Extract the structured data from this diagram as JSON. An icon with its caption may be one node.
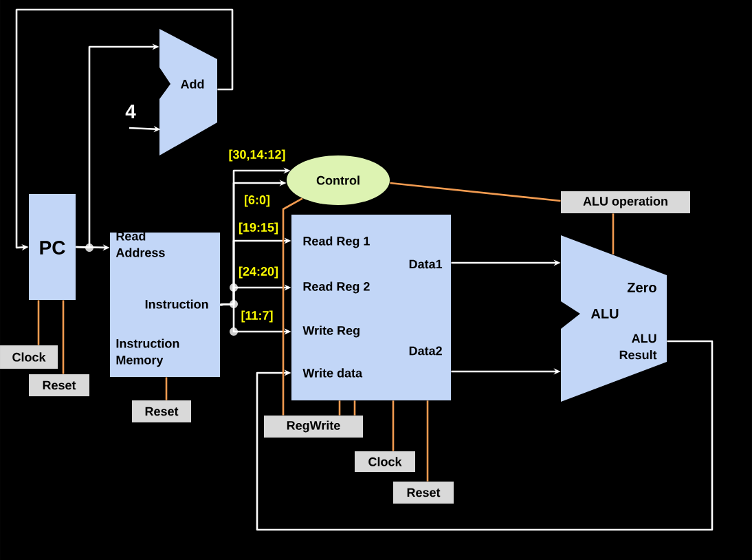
{
  "diagram": {
    "nodes": [
      {
        "text": [
          "PC"
        ]
      },
      {
        "text": [
          "Add"
        ]
      },
      {
        "text": [
          "Read Address",
          "Instruction",
          "Instruction Memory"
        ]
      },
      {
        "text": [
          "Control"
        ]
      },
      {
        "text": [
          "Read Reg 1",
          "Read Reg 2",
          "Write Reg",
          "Write data",
          "Data1",
          "Data2"
        ]
      },
      {
        "text": [
          "Zero",
          "ALU",
          "ALU Result"
        ]
      },
      {
        "text": [
          "ALU operation"
        ]
      },
      {
        "text": [
          "Clock"
        ]
      },
      {
        "text": [
          "Reset"
        ]
      },
      {
        "text": [
          "Reset"
        ]
      },
      {
        "text": [
          "RegWrite"
        ]
      },
      {
        "text": [
          "Clock"
        ]
      },
      {
        "text": [
          "Reset"
        ]
      },
      {
        "text": [
          "4"
        ]
      }
    ],
    "edges": [
      {
        "from": 0,
        "to": 1,
        "arrow": "to"
      },
      {
        "from": 0,
        "to": 2,
        "arrow": "to"
      },
      {
        "from": 1,
        "to": 0,
        "arrow": "to"
      },
      {
        "from": 13,
        "to": 1,
        "arrow": "to"
      },
      {
        "from": 2,
        "to": 3,
        "arrow": "to",
        "label": "[30,14:12]"
      },
      {
        "from": 2,
        "to": 3,
        "arrow": "to",
        "label": "[6:0]"
      },
      {
        "from": 2,
        "to": 4,
        "arrow": "to",
        "label": "[19:15]"
      },
      {
        "from": 2,
        "to": 4,
        "arrow": "to",
        "label": "[24:20]"
      },
      {
        "from": 2,
        "to": 4,
        "arrow": "to",
        "label": "[11:7]"
      },
      {
        "from": 4,
        "to": 5,
        "arrow": "to"
      },
      {
        "from": 4,
        "to": 5,
        "arrow": "to"
      },
      {
        "from": 5,
        "to": 4,
        "arrow": "to"
      },
      {
        "from": 3,
        "to": 6,
        "arrow": "none",
        "color": "#f29b50"
      },
      {
        "from": 6,
        "to": 5,
        "arrow": "none",
        "color": "#f29b50"
      },
      {
        "from": 3,
        "to": 10,
        "arrow": "none",
        "color": "#f29b50"
      },
      {
        "from": 10,
        "to": 4,
        "arrow": "none",
        "color": "#f29b50"
      },
      {
        "from": 10,
        "to": 4,
        "arrow": "none",
        "color": "#f29b50"
      },
      {
        "from": 11,
        "to": 4,
        "arrow": "none",
        "color": "#f29b50"
      },
      {
        "from": 12,
        "to": 4,
        "arrow": "none",
        "color": "#f29b50"
      },
      {
        "from": 7,
        "to": 0,
        "arrow": "none",
        "color": "#f29b50"
      },
      {
        "from": 8,
        "to": 0,
        "arrow": "none",
        "color": "#f29b50"
      },
      {
        "from": 9,
        "to": 2,
        "arrow": "none",
        "color": "#f29b50"
      }
    ]
  }
}
